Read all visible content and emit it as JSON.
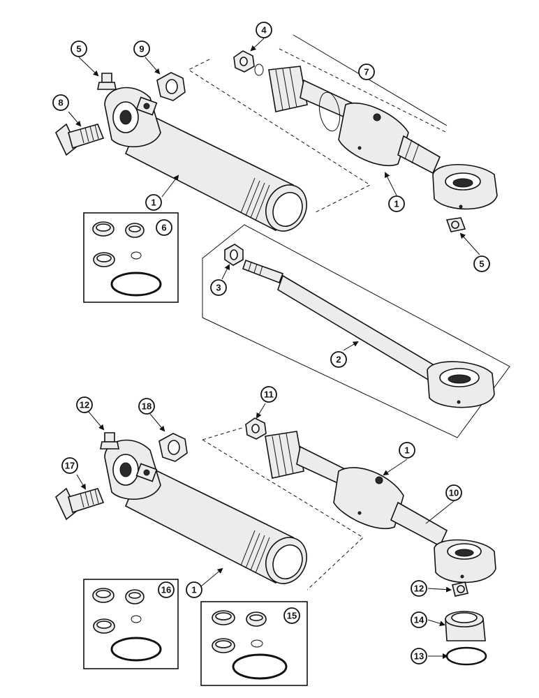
{
  "callouts": {
    "c1a": "1",
    "c1b": "1",
    "c1c": "1",
    "c1d": "1",
    "c2": "2",
    "c3": "3",
    "c4": "4",
    "c5a": "5",
    "c5b": "5",
    "c6": "6",
    "c7": "7",
    "c8": "8",
    "c9": "9",
    "c10": "10",
    "c11": "11",
    "c12a": "12",
    "c12b": "12",
    "c13": "13",
    "c14": "14",
    "c15": "15",
    "c16": "16",
    "c17": "17",
    "c18": "18"
  }
}
